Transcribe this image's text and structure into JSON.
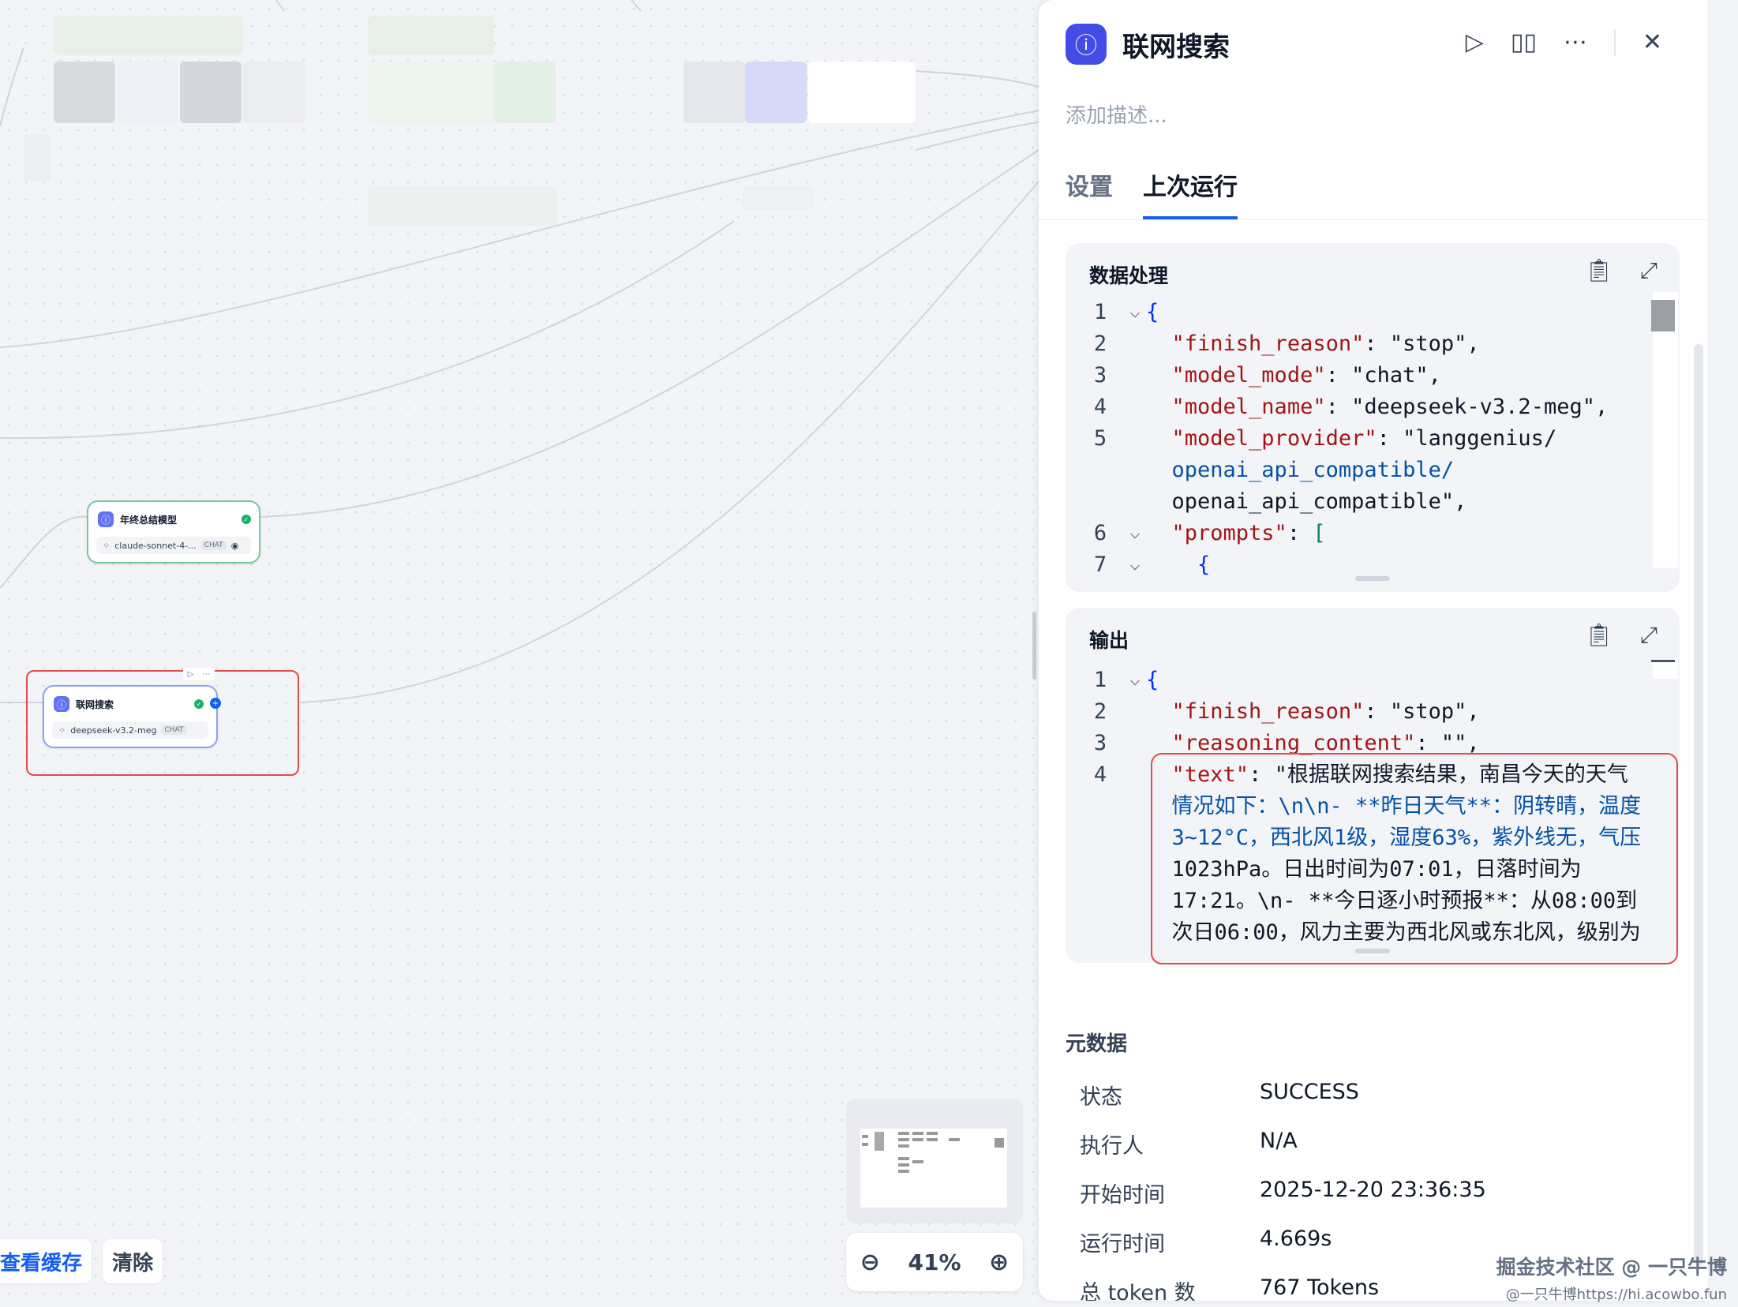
{
  "canvas": {
    "nodes": [
      {
        "title": "年终总结模型",
        "model": "claude-sonnet-4-...",
        "tag": "CHAT"
      },
      {
        "title": "联网搜索",
        "model": "deepseek-v3.2-meg",
        "tag": "CHAT"
      }
    ],
    "buttons": {
      "view_cache": "查看缓存",
      "clear": "清除"
    },
    "zoom": "41%"
  },
  "panel": {
    "title": "联网搜索",
    "description_placeholder": "添加描述...",
    "tabs": [
      {
        "label": "设置",
        "active": false
      },
      {
        "label": "上次运行",
        "active": true
      }
    ],
    "data_processing": {
      "title": "数据处理",
      "lines": [
        {
          "num": "1",
          "fold": true,
          "text": "{"
        },
        {
          "num": "2",
          "fold": false,
          "text": "  \"finish_reason\": \"stop\","
        },
        {
          "num": "3",
          "fold": false,
          "text": "  \"model_mode\": \"chat\","
        },
        {
          "num": "4",
          "fold": false,
          "text": "  \"model_name\": \"deepseek-v3.2-meg\","
        },
        {
          "num": "5",
          "fold": false,
          "text": "  \"model_provider\": \"langgenius/"
        },
        {
          "num": "",
          "fold": false,
          "text": "  openai_api_compatible/"
        },
        {
          "num": "",
          "fold": false,
          "text": "  openai_api_compatible\","
        },
        {
          "num": "6",
          "fold": true,
          "text": "  \"prompts\": ["
        },
        {
          "num": "7",
          "fold": true,
          "text": "    {"
        }
      ]
    },
    "output": {
      "title": "输出",
      "lines": [
        {
          "num": "1",
          "fold": true,
          "text": "{"
        },
        {
          "num": "2",
          "fold": false,
          "text": "  \"finish_reason\": \"stop\","
        },
        {
          "num": "3",
          "fold": false,
          "text": "  \"reasoning_content\": \"\","
        },
        {
          "num": "4",
          "fold": false,
          "text": "  \"text\": \"根据联网搜索结果，南昌今天的天气"
        },
        {
          "num": "",
          "fold": false,
          "text": "  情况如下：\\n\\n- **昨日天气**：阴转晴，温度"
        },
        {
          "num": "",
          "fold": false,
          "text": "  3~12°C，西北风1级，湿度63%，紫外线无，气压"
        },
        {
          "num": "",
          "fold": false,
          "text": "  1023hPa。日出时间为07:01，日落时间为"
        },
        {
          "num": "",
          "fold": false,
          "text": "  17:21。\\n- **今日逐小时预报**：从08:00到"
        },
        {
          "num": "",
          "fold": false,
          "text": "  次日06:00，风力主要为西北风或东北风，级别为"
        }
      ]
    },
    "metadata": {
      "title": "元数据",
      "rows": [
        {
          "key": "状态",
          "value": "SUCCESS"
        },
        {
          "key": "执行人",
          "value": "N/A"
        },
        {
          "key": "开始时间",
          "value": "2025-12-20 23:36:35"
        },
        {
          "key": "运行时间",
          "value": "4.669s"
        },
        {
          "key": "总 token 数",
          "value": "767 Tokens"
        }
      ]
    }
  },
  "watermark": {
    "line1": "掘金技术社区 @ 一只牛博",
    "line2": "@一只牛博https://hi.acowbo.fun"
  },
  "colors": {
    "accent": "#155eef",
    "node_icon": "#444ce7",
    "highlight": "#e5484d",
    "success": "#17b26a"
  }
}
